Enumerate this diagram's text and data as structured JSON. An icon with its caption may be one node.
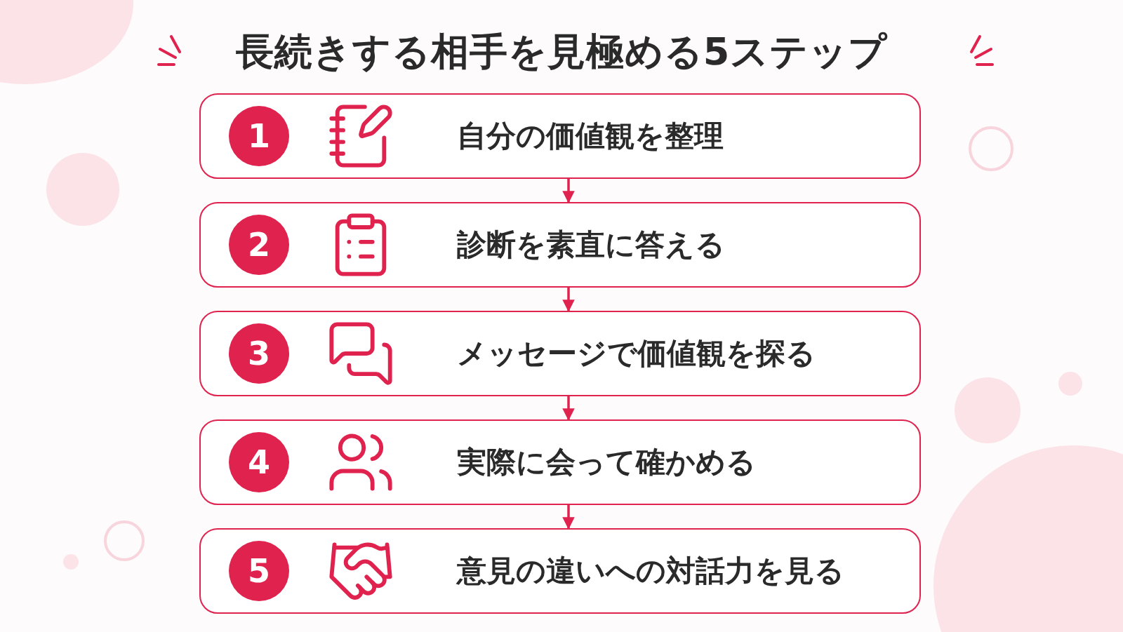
{
  "diagram": {
    "title": "長続きする相手を見極める**5ステップ**",
    "nodes": [
      {
        "text": [
          "自分の価値観を整理"
        ]
      },
      {
        "text": [
          "1"
        ],
        "in": 0
      },
      {
        "text": [
          "診断を素直に答える"
        ]
      },
      {
        "text": [
          "2"
        ],
        "in": 2
      },
      {
        "text": [
          "メッセージで価値観を探る"
        ]
      },
      {
        "text": [
          "3"
        ],
        "in": 4
      },
      {
        "text": [
          "実際に会って確かめる"
        ]
      },
      {
        "text": [
          "4"
        ],
        "in": 6
      },
      {
        "text": [
          "意見の違いへの対話力を見る"
        ]
      },
      {
        "text": [
          "5"
        ],
        "in": 8
      }
    ],
    "edges": [
      {
        "from": 0,
        "to": 2,
        "arrow": "to"
      },
      {
        "from": 2,
        "to": 4,
        "arrow": "to"
      },
      {
        "from": 4,
        "to": 6,
        "arrow": "to"
      },
      {
        "from": 6,
        "to": 8,
        "arrow": "to"
      }
    ]
  }
}
